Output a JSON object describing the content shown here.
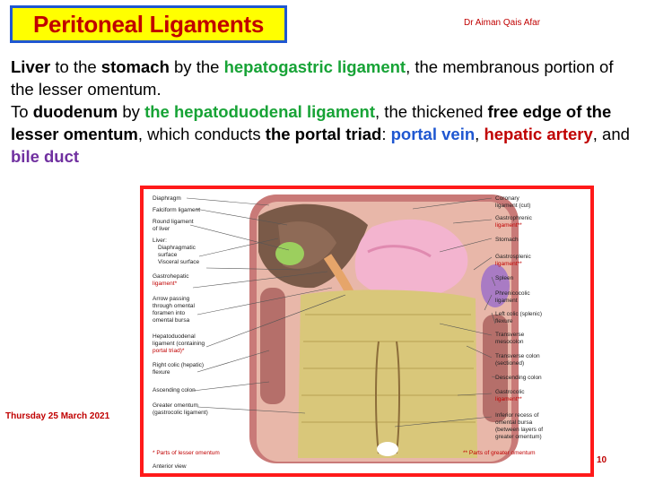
{
  "header": {
    "title": "Peritoneal Ligaments",
    "author": "Dr Aiman Qais Afar"
  },
  "body": {
    "p1": {
      "s1": "Liver",
      "s2": " to the ",
      "s3": "stomach",
      "s4": " by the ",
      "s5": "hepatogastric ligament",
      "s6": ", the membranous portion of the lesser omentum."
    },
    "p2": {
      "s1": "To ",
      "s2": "duodenum",
      "s3": " by ",
      "s4": "the hepatoduodenal ligament",
      "s5": ", the thickened ",
      "s6": "free edge of the lesser omentum",
      "s7": ", which conducts ",
      "s8": "the portal triad",
      "s9": ": ",
      "s10": "portal vein",
      "s11": ", ",
      "s12": "hepatic artery",
      "s13": ", and ",
      "s14": "bile duct"
    }
  },
  "figure": {
    "left_labels": [
      "Diaphragm",
      "Falciform ligament",
      "Round ligament",
      "of liver",
      "Liver:",
      "Diaphragmatic",
      "surface",
      "Visceral surface",
      "Gastrohepatic",
      "ligament*",
      "Arrow passing",
      "through omental",
      "foramen into",
      "omental bursa",
      "Hepatoduodenal",
      "ligament (containing",
      "portal triad)*",
      "Right colic (hepatic)",
      "flexure",
      "Ascending colon",
      "Greater omentum",
      "(gastrocolic ligament)"
    ],
    "right_labels": [
      "Coronary",
      "ligament (cut)",
      "Gastrophrenic",
      "ligament**",
      "Stomach",
      "Gastrosplenic",
      "ligament**",
      "Spleen",
      "Phrenicocolic",
      "ligament",
      "Left colic (splenic)",
      "flexure",
      "Transverse",
      "mesocolon",
      "Transverse colon",
      "(sectioned)",
      "Descending colon",
      "Gastrocolic",
      "ligament**",
      "Inferior recess of",
      "omental bursa",
      "(between layers of",
      "greater omentum)"
    ],
    "footnote_lesser": "* Parts of lesser omentum",
    "footnote_greater": "** Parts of greater omentum",
    "view": "Anterior view"
  },
  "footer": {
    "date": "Thursday 25 March 2021",
    "page": "10"
  },
  "colors": {
    "title_bg": "#ffff00",
    "title_border": "#1f57d1",
    "title_text": "#c00000",
    "green": "#17a336",
    "blue": "#1f57d1",
    "red": "#c00000",
    "purple": "#7030a0",
    "frame": "#ff1a1a"
  }
}
